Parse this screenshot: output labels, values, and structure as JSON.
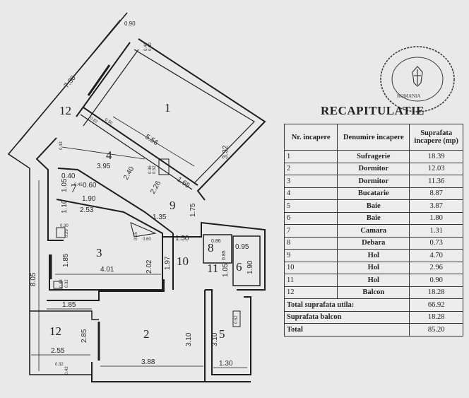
{
  "recap": {
    "title": "RECAPITULATIE",
    "headers": [
      "Nr. incapere",
      "Denumire incapere",
      "Suprafata incapere (mp)"
    ],
    "rows": [
      {
        "nr": "1",
        "name": "Sufragerie",
        "area": "18.39"
      },
      {
        "nr": "2",
        "name": "Dormitor",
        "area": "12.03"
      },
      {
        "nr": "3",
        "name": "Dormitor",
        "area": "11.36"
      },
      {
        "nr": "4",
        "name": "Bucatarie",
        "area": "8.87"
      },
      {
        "nr": "5",
        "name": "Baie",
        "area": "3.87"
      },
      {
        "nr": "6",
        "name": "Baie",
        "area": "1.80"
      },
      {
        "nr": "7",
        "name": "Camara",
        "area": "1.31"
      },
      {
        "nr": "8",
        "name": "Debara",
        "area": "0.73"
      },
      {
        "nr": "9",
        "name": "Hol",
        "area": "4.70"
      },
      {
        "nr": "10",
        "name": "Hol",
        "area": "2.96"
      },
      {
        "nr": "11",
        "name": "Hol",
        "area": "0.90"
      },
      {
        "nr": "12",
        "name": "Balcon",
        "area": "18.28"
      }
    ],
    "summary": [
      {
        "label": "Total suprafata utila:",
        "value": "66.92"
      },
      {
        "label": "Suprafata balcon",
        "value": "18.28"
      },
      {
        "label": "Total",
        "value": "85.20"
      }
    ]
  },
  "plan": {
    "room_labels": [
      "1",
      "2",
      "3",
      "4",
      "5",
      "6",
      "7",
      "8",
      "9",
      "10",
      "11",
      "12",
      "12"
    ],
    "dimensions": [
      "7.30",
      "8.05",
      "5.56",
      "3.32",
      "3.95",
      "2.40",
      "2.26",
      "1.65",
      "1.75",
      "1.35",
      "1.50",
      "0.40",
      "1.05",
      "1.90",
      "0.60",
      "2.53",
      "1.10",
      "1.85",
      "4.01",
      "2.02",
      "1.97",
      "0.86",
      "0.85",
      "0.95",
      "1.90",
      "1.05",
      "1.85",
      "2.85",
      "2.55",
      "3.88",
      "3.10",
      "3.10",
      "1.30",
      "0.90"
    ],
    "small_marks": [
      "0.40",
      "0.60",
      "0.43",
      "0.30",
      "0.25",
      "0.82",
      "0.50",
      "0.25",
      "0.60",
      "0.32",
      "0.42",
      "0.52",
      "0.36",
      "0.52",
      "0.32",
      "0.43",
      "0.45"
    ]
  },
  "colors": {
    "line": "#1e1e1e",
    "paper": "#e9e9ea",
    "stamp": "#3a3a3a"
  }
}
